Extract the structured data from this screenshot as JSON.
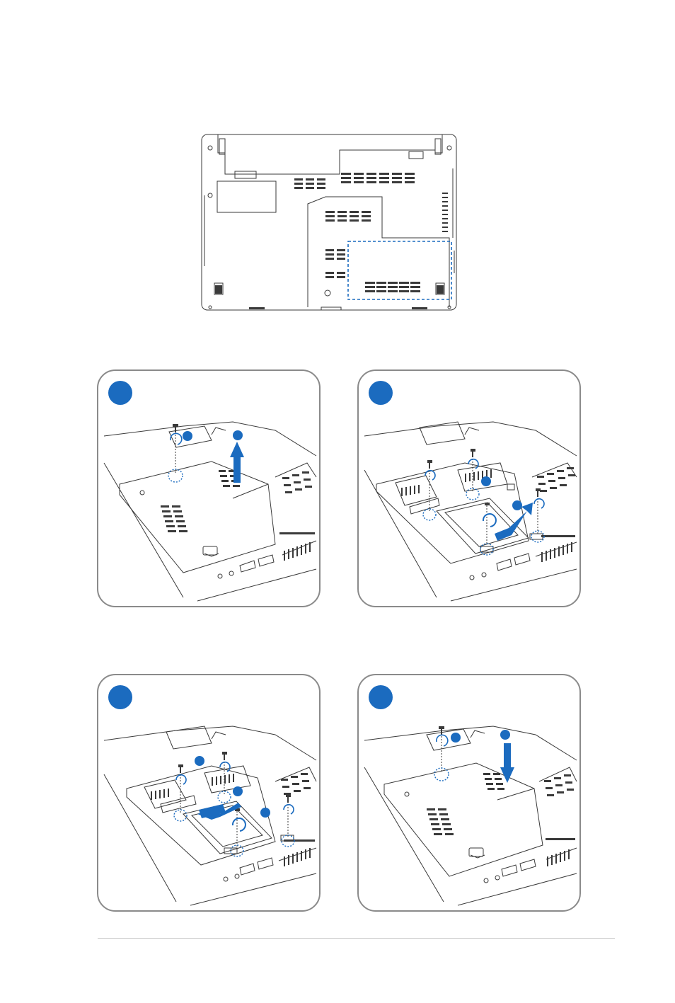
{
  "colors": {
    "accent": "#1b6bbf",
    "line": "#3a3a3a",
    "panel_border": "#8a8a8a",
    "rule": "#c8c8c8"
  },
  "overview": {
    "highlight": "hdd-compartment-dashed-outline"
  },
  "panels": [
    {
      "id": "remove-cover",
      "badge_color": "#1b6bbf"
    },
    {
      "id": "remove-hdd",
      "badge_color": "#1b6bbf"
    },
    {
      "id": "install-hdd",
      "badge_color": "#1b6bbf"
    },
    {
      "id": "replace-cover",
      "badge_color": "#1b6bbf"
    }
  ]
}
